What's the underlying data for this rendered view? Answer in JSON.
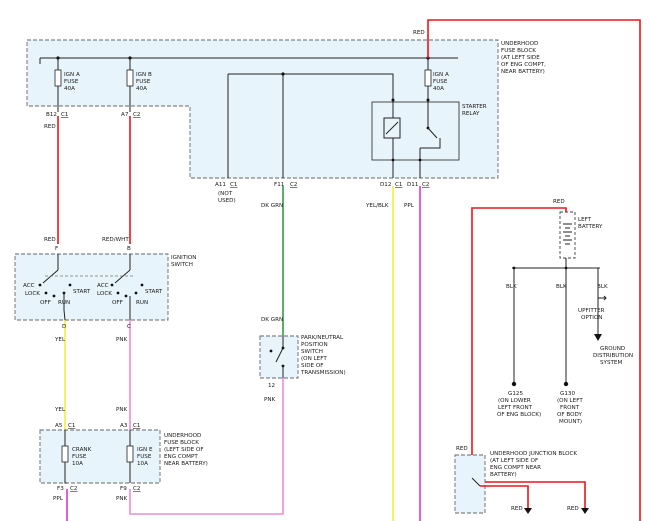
{
  "wire_labels": {
    "red_top": "RED",
    "red_left": "RED",
    "red_batt": "RED",
    "red_ign": "RED",
    "red_white": "RED/WHT",
    "dk_grn": "DK GRN",
    "dk_grn2": "DK GRN",
    "yel_blk": "YEL/BLK",
    "ppl_right": "PPL",
    "yel_a": "YEL",
    "yel_b": "YEL",
    "pnk_a": "PNK",
    "pnk_b": "PNK",
    "pnk_c": "PNK",
    "ppl_bottom": "PPL",
    "pnk_bottom": "PNK",
    "blk_1": "BLK",
    "blk_2": "BLK",
    "blk_3": "BLK",
    "red_ujb": "RED",
    "red_out1": "RED",
    "red_out2": "RED"
  },
  "top_fuse_block": {
    "title": [
      "UNDERHOOD",
      "FUSE BLOCK",
      "(AT LEFT SIDE",
      "OF ENG COMPT,",
      "NEAR BATTERY)"
    ],
    "fuse1": [
      "IGN A",
      "FUSE",
      "40A"
    ],
    "fuse2": [
      "IGN B",
      "FUSE",
      "40A"
    ],
    "fuse3": [
      "IGN A",
      "FUSE",
      "40A"
    ],
    "relay": [
      "STARTER",
      "RELAY"
    ],
    "pins": {
      "b12": "B12",
      "c1a": "C1",
      "a7": "A7",
      "c2a": "C2",
      "a11": "A11",
      "c1b": "C1",
      "f11": "F11",
      "c2b": "C2",
      "d12": "D12",
      "c1c": "C1",
      "d11": "D11",
      "c2c": "C2"
    },
    "not_used": [
      "(NOT",
      "USED)"
    ]
  },
  "ignition_switch": {
    "title": [
      "IGNITION",
      "SWITCH"
    ],
    "pin_f": "F",
    "pin_b": "B",
    "pin_d": "D",
    "pin_c": "C",
    "left": {
      "acc": "ACC",
      "lock": "LOCK",
      "off": "OFF",
      "run": "RUN",
      "start": "START"
    },
    "right": {
      "acc": "ACC",
      "lock": "LOCK",
      "off": "OFF",
      "run": "RUN",
      "start": "START"
    }
  },
  "park_neutral_switch": {
    "title": [
      "PARK/NEUTRAL",
      "POSITION",
      "SWITCH",
      "(ON LEFT",
      "SIDE OF",
      "TRANSMISSION)"
    ],
    "pin_bottom": "12"
  },
  "battery": {
    "title": [
      "LEFT",
      "BATTERY"
    ]
  },
  "grounds": {
    "g125": [
      "G125",
      "(ON LOWER",
      "LEFT FRONT",
      "OF ENG BLOCK)"
    ],
    "g130": [
      "G130",
      "(ON LEFT",
      "FRONT",
      "OF BODY",
      "MOUNT)"
    ],
    "upfitter": [
      "UPFITTER",
      "OPTION"
    ],
    "ground_dist": [
      "GROUND",
      "DISTRIBUTION",
      "SYSTEM"
    ]
  },
  "bottom_fuse_block": {
    "title": [
      "UNDERHOOD",
      "FUSE BLOCK",
      "(LEFT SIDE OF",
      "ENG COMPT",
      "NEAR BATTERY)"
    ],
    "crank_fuse": [
      "CRANK",
      "FUSE",
      "10A"
    ],
    "ign_e_fuse": [
      "IGN E",
      "FUSE",
      "10A"
    ],
    "pins": {
      "a5": "A5",
      "c1a": "C1",
      "a3": "A3",
      "c1b": "C1",
      "f3": "F3",
      "c2a": "C2",
      "f9": "F9",
      "c2b": "C2"
    }
  },
  "junction_block": {
    "title": [
      "UNDERHOOD JUNCTION BLOCK",
      "(AT LEFT SIDE OF",
      "ENG COMPT NEAR",
      "BATTERY)"
    ]
  }
}
